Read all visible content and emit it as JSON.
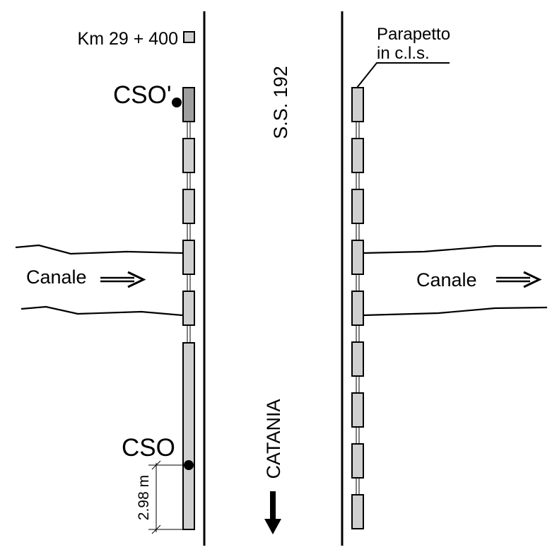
{
  "labels": {
    "km": "Km 29 + 400",
    "cso_prime": "CSO'",
    "cso": "CSO",
    "road": "S.S. 192",
    "parapet_line1": "Parapetto",
    "parapet_line2": "in c.l.s.",
    "canal_left": "Canale",
    "canal_right": "Canale",
    "catania": "CATANIA",
    "dimension": "2.98 m"
  },
  "colors": {
    "segment_fill": "#cfcfcf",
    "highlight_fill": "#9e9e9e",
    "line": "#000000"
  }
}
